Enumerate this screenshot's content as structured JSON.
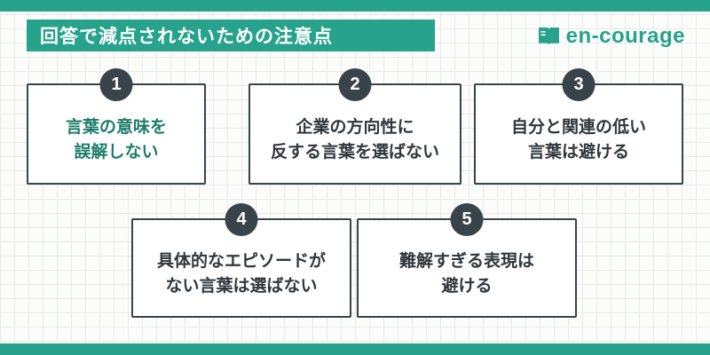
{
  "colors": {
    "accent_teal": "#27a38b",
    "circle_dark": "#39434a",
    "card1_text_color": "#1e7d69",
    "card_text_color": "#30373c",
    "header_text_color": "#ffffff"
  },
  "header": {
    "title": "回答で減点されないための注意点"
  },
  "logo": {
    "text": "en-courage",
    "icon": "open-book-icon"
  },
  "cards": [
    {
      "number": "1",
      "line1": "言葉の意味を",
      "line2": "誤解しない",
      "text_color": "#1e7d69"
    },
    {
      "number": "2",
      "line1": "企業の方向性に",
      "line2": "反する言葉を選ばない",
      "text_color": "#30373c"
    },
    {
      "number": "3",
      "line1": "自分と関連の低い",
      "line2": "言葉は避ける",
      "text_color": "#30373c"
    },
    {
      "number": "4",
      "line1": "具体的なエピソードが",
      "line2": "ない言葉は選ばない",
      "text_color": "#30373c"
    },
    {
      "number": "5",
      "line1": "難解すぎる表現は",
      "line2": "避ける",
      "text_color": "#30373c"
    }
  ]
}
